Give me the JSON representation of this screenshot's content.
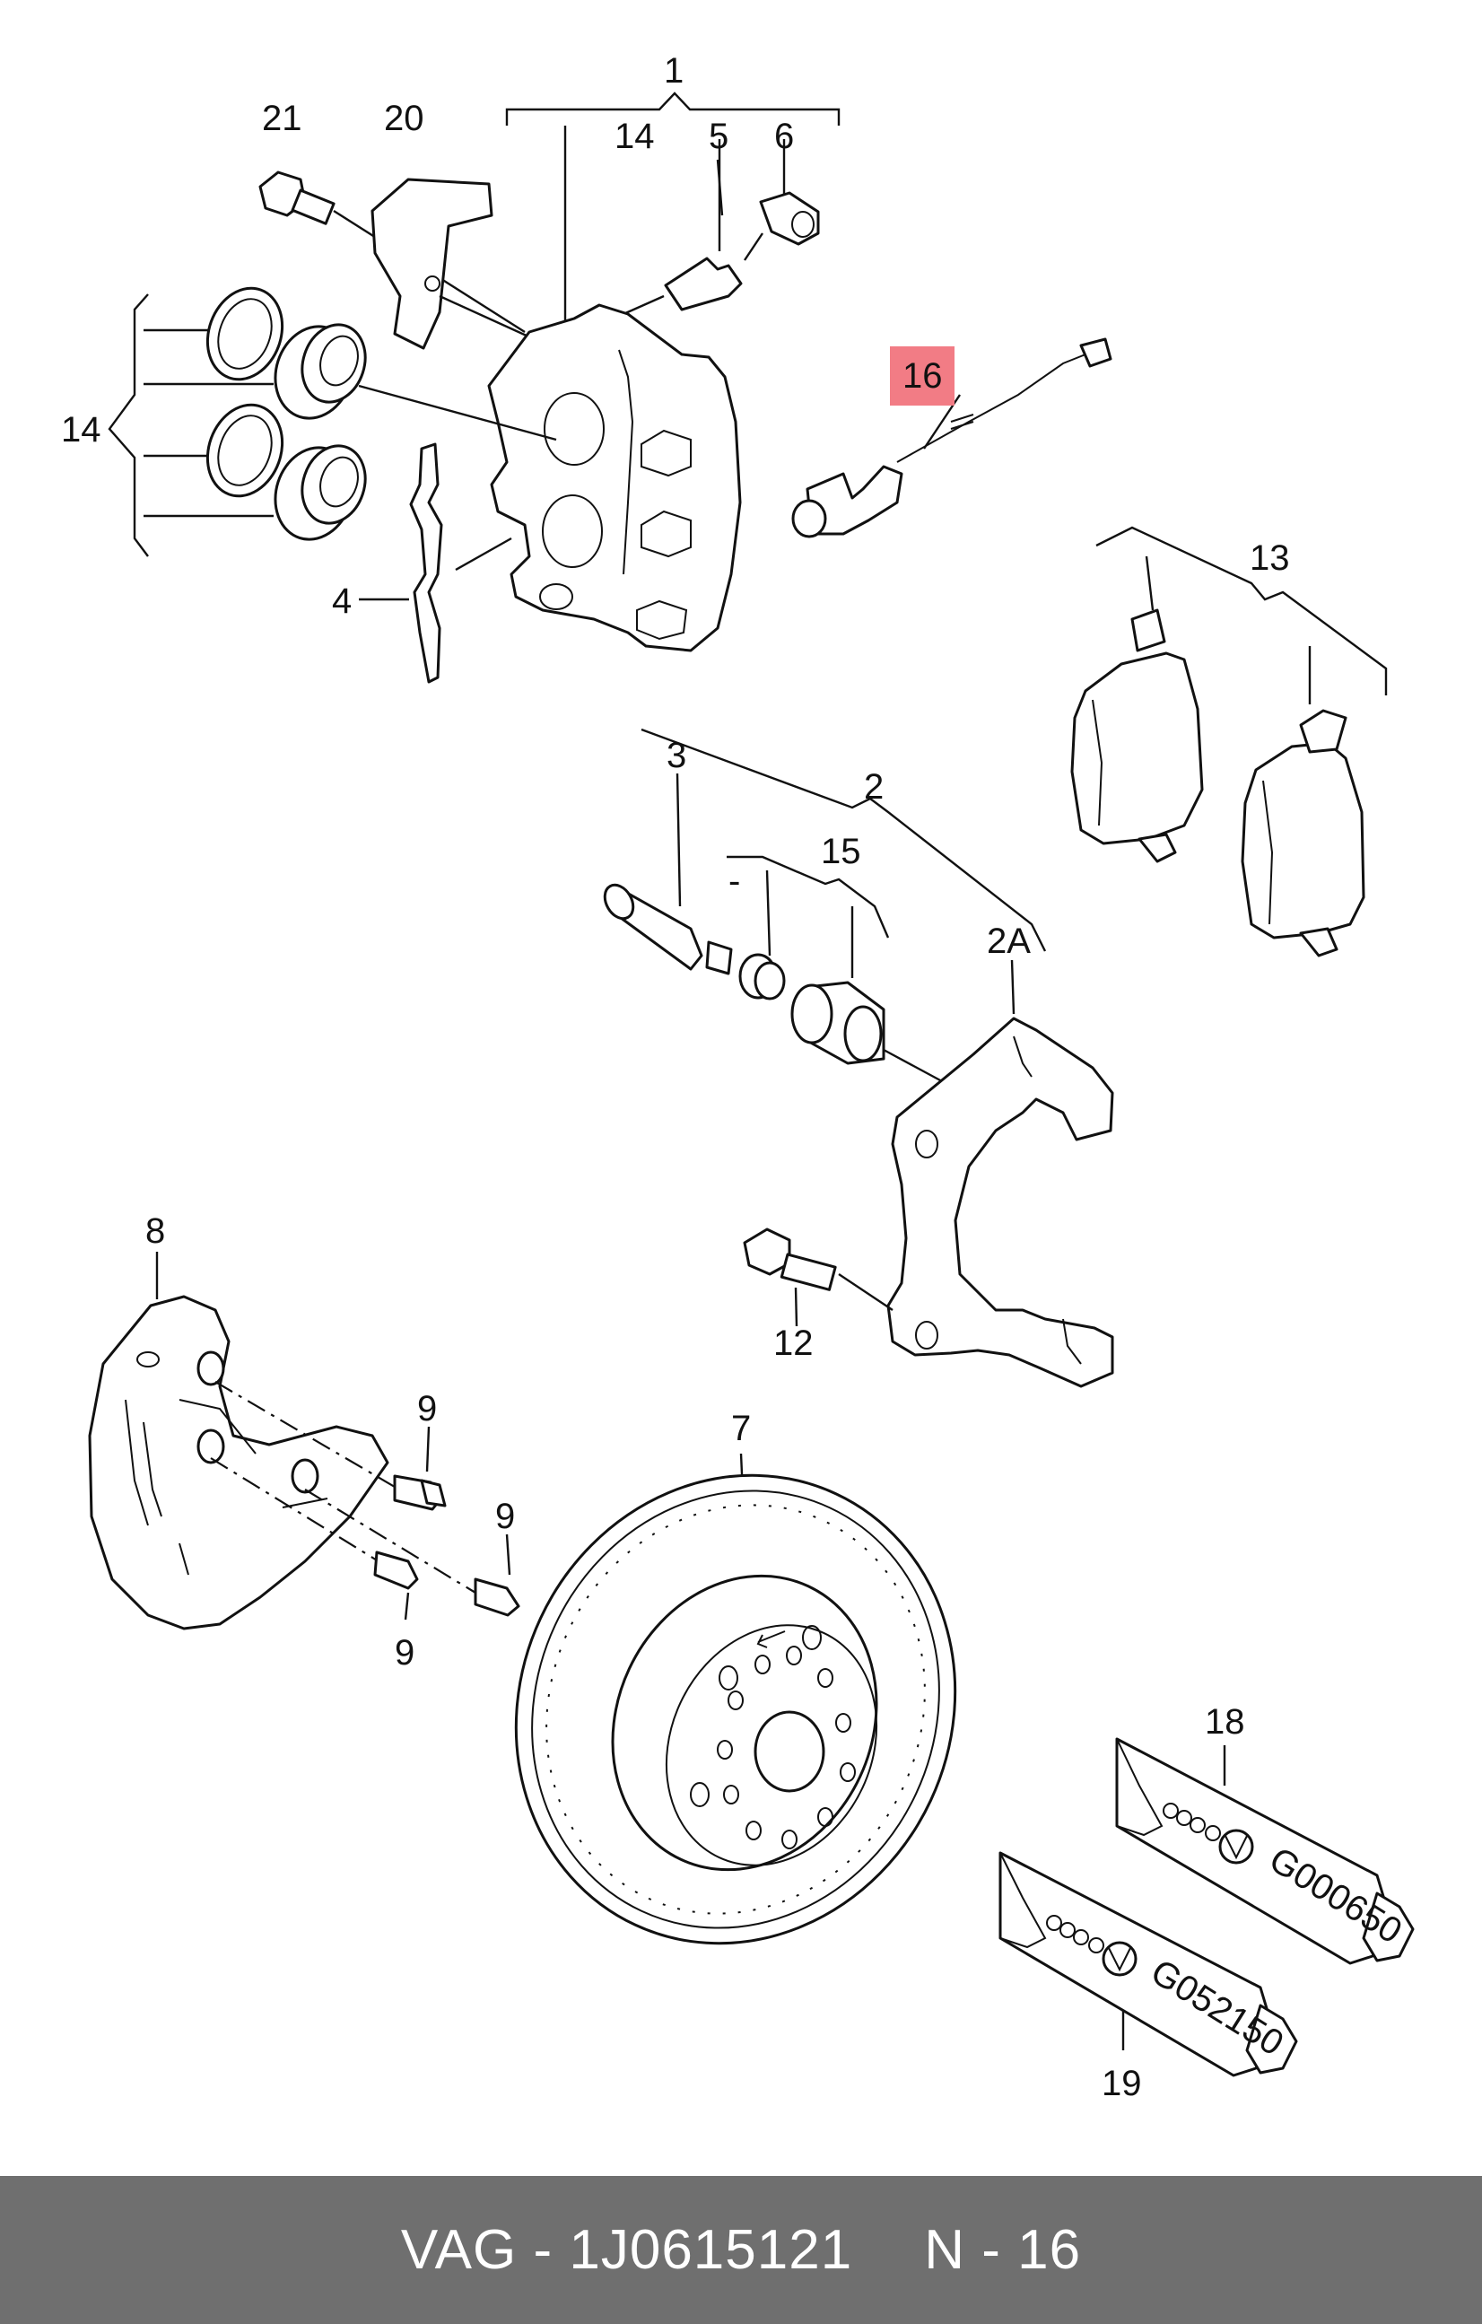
{
  "labels": {
    "l1": "1",
    "l14a": "14",
    "l5": "5",
    "l6": "6",
    "l21": "21",
    "l20": "20",
    "l14b": "14",
    "l4": "4",
    "l16": "16",
    "l13": "13",
    "l3": "3",
    "l2": "2",
    "l15": "15",
    "ldash": "-",
    "l2A": "2A",
    "l8": "8",
    "l12": "12",
    "l9a": "9",
    "l9b": "9",
    "l9c": "9",
    "l7": "7",
    "l18": "18",
    "l19": "19"
  },
  "tubes": {
    "t18": "G000650",
    "t19": "G052150"
  },
  "highlight": {
    "part": "16",
    "color": "#f27c85"
  },
  "footer": {
    "brand": "VAG",
    "sep1": "-",
    "part_number": "1J0615121",
    "pos_prefix": "N",
    "sep2": "-",
    "position": "16"
  },
  "colors": {
    "footer_bg": "#6f6f6f",
    "footer_text": "#ffffff"
  }
}
